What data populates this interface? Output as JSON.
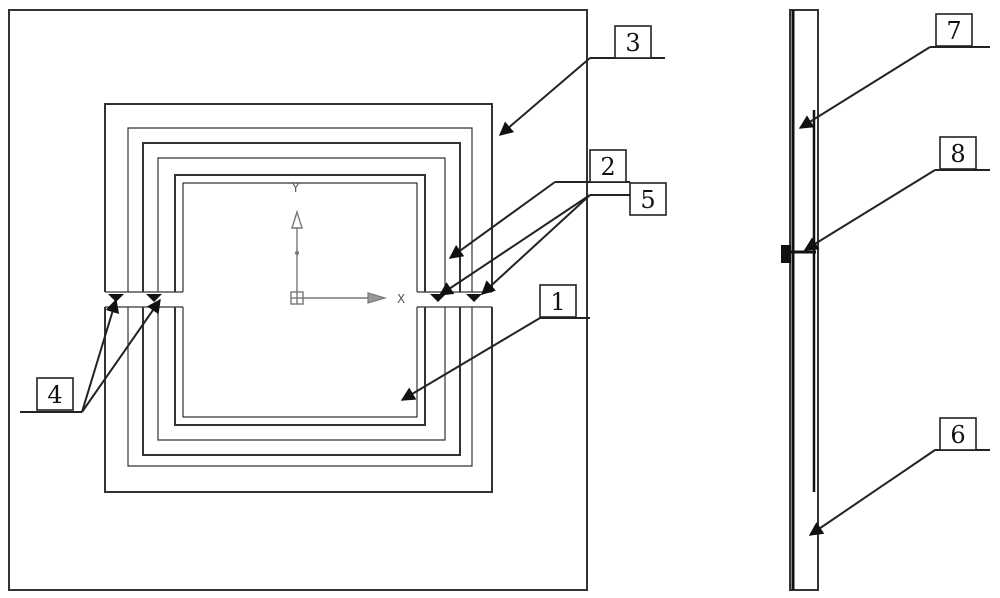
{
  "labels": {
    "l1": "1",
    "l2": "2",
    "l3": "3",
    "l4": "4",
    "l5": "5",
    "l6": "6",
    "l7": "7",
    "l8": "8"
  },
  "axes": {
    "x": "X",
    "y": "Y"
  }
}
